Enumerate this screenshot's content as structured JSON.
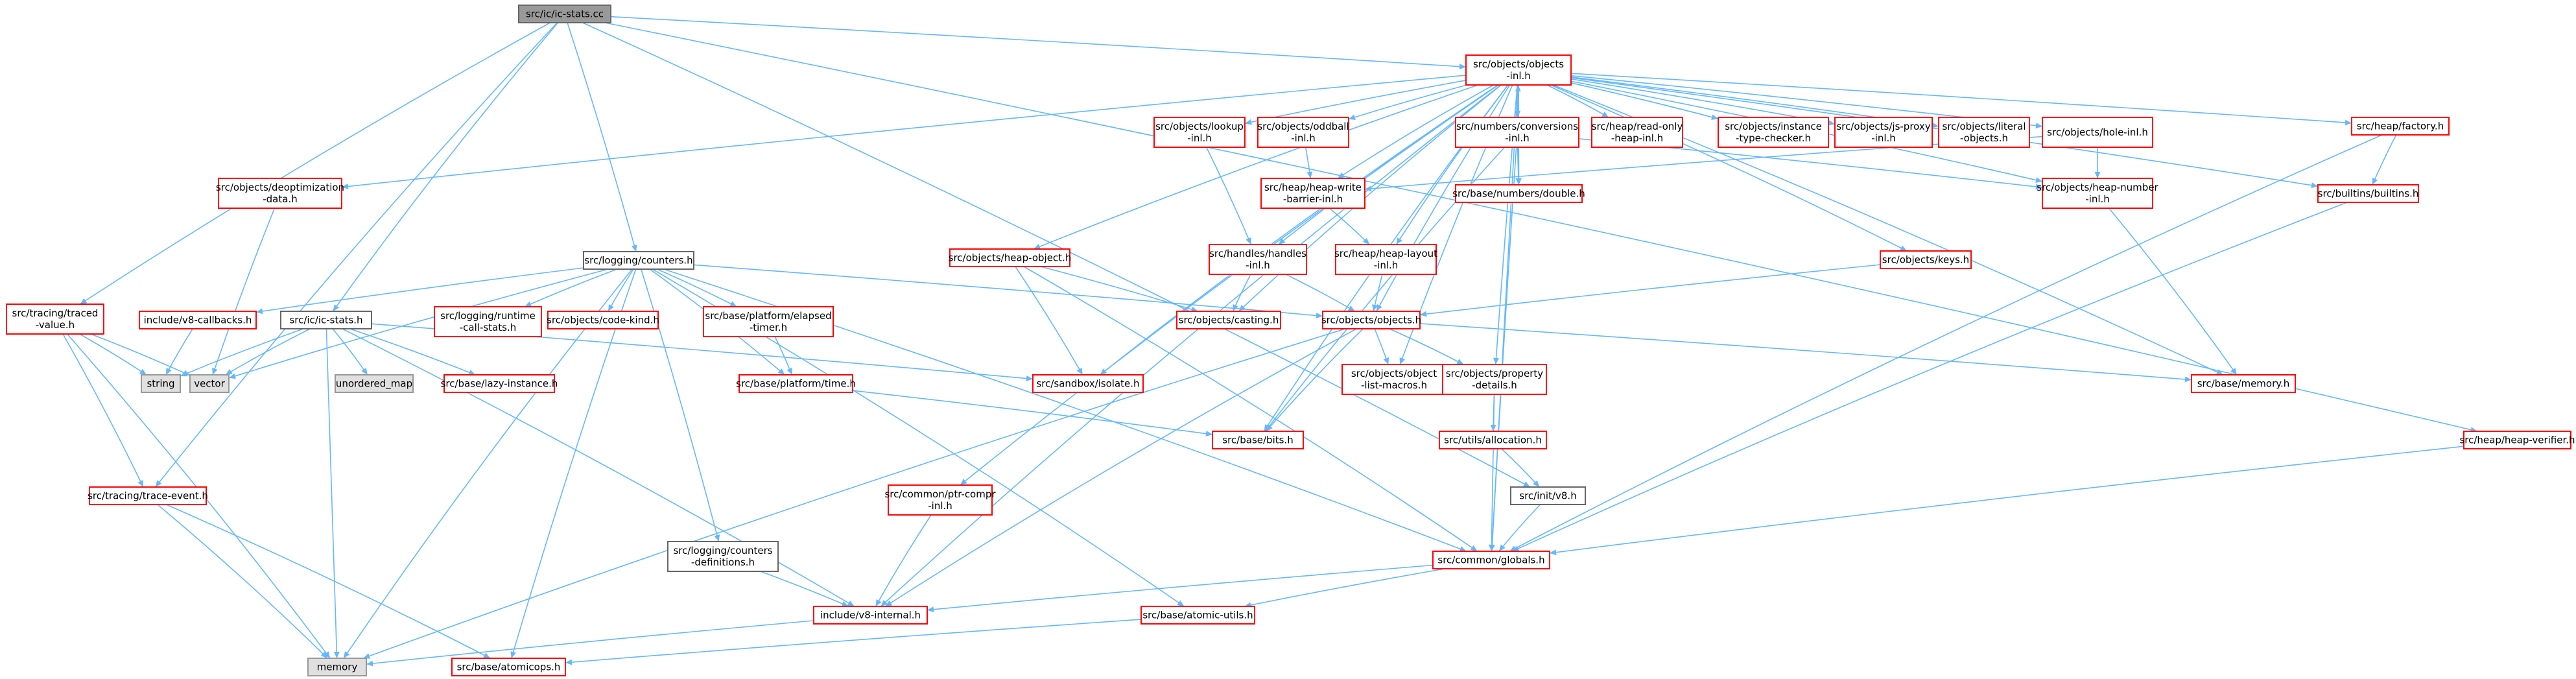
{
  "colors": {
    "root_fill": "#999999",
    "root_border": "#666666",
    "red_border": "#ff0000",
    "gray_border": "#999999",
    "gray_fill": "#e0e0e0",
    "node_fill": "#ffffff",
    "edge": "#63b8ff"
  },
  "nodes": {
    "ic_stats_cc": {
      "lines": [
        "src/ic/ic-stats.cc"
      ],
      "style": "root"
    },
    "objects_inl": {
      "lines": [
        "src/objects/objects",
        "-inl.h"
      ],
      "style": "red"
    },
    "tracing_traced_value": {
      "lines": [
        "src/tracing/traced",
        "-value.h"
      ],
      "style": "red"
    },
    "tracing_trace_event": {
      "lines": [
        "src/tracing/trace-event.h"
      ],
      "style": "red"
    },
    "ic_stats_h": {
      "lines": [
        "src/ic/ic-stats.h"
      ],
      "style": "black"
    },
    "logging_counters": {
      "lines": [
        "src/logging/counters.h"
      ],
      "style": "black"
    },
    "deoptimization_data": {
      "lines": [
        "src/objects/deoptimization",
        "-data.h"
      ],
      "style": "red"
    },
    "objects_lookup_inl": {
      "lines": [
        "src/objects/lookup",
        "-inl.h"
      ],
      "style": "red"
    },
    "oddball_inl": {
      "lines": [
        "src/objects/oddball",
        "-inl.h"
      ],
      "style": "red"
    },
    "numbers_conversions_inl": {
      "lines": [
        "src/numbers/conversions",
        "-inl.h"
      ],
      "style": "red"
    },
    "read_only_heap_inl": {
      "lines": [
        "src/heap/read-only",
        "-heap-inl.h"
      ],
      "style": "red"
    },
    "instance_type_checker": {
      "lines": [
        "src/objects/instance",
        "-type-checker.h"
      ],
      "style": "red"
    },
    "js_proxy_inl": {
      "lines": [
        "src/objects/js-proxy",
        "-inl.h"
      ],
      "style": "red"
    },
    "literal_objects": {
      "lines": [
        "src/objects/literal",
        "-objects.h"
      ],
      "style": "red"
    },
    "hole_inl": {
      "lines": [
        "src/objects/hole-inl.h"
      ],
      "style": "red"
    },
    "heap_factory": {
      "lines": [
        "src/heap/factory.h"
      ],
      "style": "red"
    },
    "heap_write_barrier_inl": {
      "lines": [
        "src/heap/heap-write",
        "-barrier-inl.h"
      ],
      "style": "red"
    },
    "base_numbers_double": {
      "lines": [
        "src/base/numbers/double.h"
      ],
      "style": "red"
    },
    "heap_number_inl": {
      "lines": [
        "src/objects/heap-number",
        "-inl.h"
      ],
      "style": "red"
    },
    "builtins_builtins": {
      "lines": [
        "src/builtins/builtins.h"
      ],
      "style": "red"
    },
    "heap_object": {
      "lines": [
        "src/objects/heap-object.h"
      ],
      "style": "red"
    },
    "handles_inl": {
      "lines": [
        "src/handles/handles",
        "-inl.h"
      ],
      "style": "red"
    },
    "heap_layout_inl": {
      "lines": [
        "src/heap/heap-layout",
        "-inl.h"
      ],
      "style": "red"
    },
    "objects_keys": {
      "lines": [
        "src/objects/keys.h"
      ],
      "style": "red"
    },
    "v8_callbacks": {
      "lines": [
        "include/v8-callbacks.h"
      ],
      "style": "red"
    },
    "logging_runtime_call_stats": {
      "lines": [
        "src/logging/runtime",
        "-call-stats.h"
      ],
      "style": "red"
    },
    "objects_code_kind": {
      "lines": [
        "src/objects/code-kind.h"
      ],
      "style": "red"
    },
    "base_platform_elapsed_timer": {
      "lines": [
        "src/base/platform/elapsed",
        "-timer.h"
      ],
      "style": "red"
    },
    "objects_casting": {
      "lines": [
        "src/objects/casting.h"
      ],
      "style": "red"
    },
    "objects_objects_h": {
      "lines": [
        "src/objects/objects.h"
      ],
      "style": "red"
    },
    "string": {
      "lines": [
        "string"
      ],
      "style": "gray"
    },
    "vector": {
      "lines": [
        "vector"
      ],
      "style": "gray"
    },
    "unordered_map": {
      "lines": [
        "unordered_map"
      ],
      "style": "gray"
    },
    "base_lazy_instance": {
      "lines": [
        "src/base/lazy-instance.h"
      ],
      "style": "red"
    },
    "base_platform_time": {
      "lines": [
        "src/base/platform/time.h"
      ],
      "style": "red"
    },
    "sandbox_isolate": {
      "lines": [
        "src/sandbox/isolate.h"
      ],
      "style": "red"
    },
    "object_list_macros": {
      "lines": [
        "src/objects/object",
        "-list-macros.h"
      ],
      "style": "red"
    },
    "property_details": {
      "lines": [
        "src/objects/property",
        "-details.h"
      ],
      "style": "red"
    },
    "base_memory": {
      "lines": [
        "src/base/memory.h"
      ],
      "style": "red"
    },
    "base_bits": {
      "lines": [
        "src/base/bits.h"
      ],
      "style": "red"
    },
    "utils_allocation": {
      "lines": [
        "src/utils/allocation.h"
      ],
      "style": "red"
    },
    "heap_verifier": {
      "lines": [
        "src/heap/heap-verifier.h"
      ],
      "style": "red"
    },
    "common_ptr_compr_inl": {
      "lines": [
        "src/common/ptr-compr",
        "-inl.h"
      ],
      "style": "red"
    },
    "init_v8": {
      "lines": [
        "src/init/v8.h"
      ],
      "style": "black"
    },
    "counters_definitions": {
      "lines": [
        "src/logging/counters",
        "-definitions.h"
      ],
      "style": "black"
    },
    "common_globals": {
      "lines": [
        "src/common/globals.h"
      ],
      "style": "red"
    },
    "v8_internal": {
      "lines": [
        "include/v8-internal.h"
      ],
      "style": "red"
    },
    "base_atomic_utils": {
      "lines": [
        "src/base/atomic-utils.h"
      ],
      "style": "red"
    },
    "memory": {
      "lines": [
        "memory"
      ],
      "style": "gray"
    },
    "base_atomicops": {
      "lines": [
        "src/base/atomicops.h"
      ],
      "style": "red"
    }
  },
  "edges": [
    [
      "ic_stats_cc",
      "objects_inl"
    ],
    [
      "ic_stats_cc",
      "tracing_traced_value"
    ],
    [
      "ic_stats_cc",
      "tracing_trace_event"
    ],
    [
      "ic_stats_cc",
      "ic_stats_h"
    ],
    [
      "ic_stats_cc",
      "logging_counters"
    ],
    [
      "ic_stats_cc",
      "init_v8"
    ],
    [
      "ic_stats_cc",
      "heap_verifier"
    ],
    [
      "objects_inl",
      "deoptimization_data"
    ],
    [
      "objects_inl",
      "objects_lookup_inl"
    ],
    [
      "objects_inl",
      "oddball_inl"
    ],
    [
      "objects_inl",
      "numbers_conversions_inl"
    ],
    [
      "objects_inl",
      "read_only_heap_inl"
    ],
    [
      "objects_inl",
      "instance_type_checker"
    ],
    [
      "objects_inl",
      "js_proxy_inl"
    ],
    [
      "objects_inl",
      "literal_objects"
    ],
    [
      "objects_inl",
      "hole_inl"
    ],
    [
      "objects_inl",
      "heap_factory"
    ],
    [
      "objects_inl",
      "heap_write_barrier_inl"
    ],
    [
      "objects_inl",
      "base_numbers_double"
    ],
    [
      "objects_inl",
      "heap_number_inl"
    ],
    [
      "objects_inl",
      "builtins_builtins"
    ],
    [
      "objects_inl",
      "heap_object"
    ],
    [
      "objects_inl",
      "handles_inl"
    ],
    [
      "objects_inl",
      "heap_layout_inl"
    ],
    [
      "objects_inl",
      "objects_keys"
    ],
    [
      "objects_inl",
      "objects_casting"
    ],
    [
      "objects_inl",
      "objects_objects_h"
    ],
    [
      "objects_inl",
      "sandbox_isolate"
    ],
    [
      "objects_inl",
      "property_details"
    ],
    [
      "objects_inl",
      "base_memory"
    ],
    [
      "objects_inl",
      "base_bits"
    ],
    [
      "objects_inl",
      "common_ptr_compr_inl"
    ],
    [
      "objects_inl",
      "common_globals"
    ],
    [
      "objects_inl",
      "v8_internal"
    ],
    [
      "objects_inl",
      "object_list_macros"
    ],
    [
      "numbers_conversions_inl",
      "objects_inl"
    ],
    [
      "numbers_conversions_inl",
      "base_numbers_double"
    ],
    [
      "numbers_conversions_inl",
      "heap_number_inl"
    ],
    [
      "numbers_conversions_inl",
      "base_bits"
    ],
    [
      "numbers_conversions_inl",
      "common_globals"
    ],
    [
      "objects_lookup_inl",
      "handles_inl"
    ],
    [
      "oddball_inl",
      "heap_write_barrier_inl"
    ],
    [
      "hole_inl",
      "heap_write_barrier_inl"
    ],
    [
      "hole_inl",
      "heap_number_inl"
    ],
    [
      "heap_factory",
      "builtins_builtins"
    ],
    [
      "heap_factory",
      "common_globals"
    ],
    [
      "heap_write_barrier_inl",
      "heap_layout_inl"
    ],
    [
      "heap_number_inl",
      "base_memory"
    ],
    [
      "builtins_builtins",
      "common_globals"
    ],
    [
      "heap_object",
      "objects_casting"
    ],
    [
      "heap_object",
      "sandbox_isolate"
    ],
    [
      "heap_object",
      "common_globals"
    ],
    [
      "handles_inl",
      "objects_casting"
    ],
    [
      "handles_inl",
      "objects_objects_h"
    ],
    [
      "heap_layout_inl",
      "objects_objects_h"
    ],
    [
      "objects_keys",
      "objects_objects_h"
    ],
    [
      "tracing_traced_value",
      "string"
    ],
    [
      "tracing_traced_value",
      "vector"
    ],
    [
      "tracing_traced_value",
      "memory"
    ],
    [
      "tracing_traced_value",
      "tracing_trace_event"
    ],
    [
      "tracing_trace_event",
      "memory"
    ],
    [
      "tracing_trace_event",
      "base_atomicops"
    ],
    [
      "ic_stats_h",
      "string"
    ],
    [
      "ic_stats_h",
      "vector"
    ],
    [
      "ic_stats_h",
      "unordered_map"
    ],
    [
      "ic_stats_h",
      "base_lazy_instance"
    ],
    [
      "ic_stats_h",
      "sandbox_isolate"
    ],
    [
      "ic_stats_h",
      "memory"
    ],
    [
      "ic_stats_h",
      "v8_internal"
    ],
    [
      "logging_counters",
      "v8_callbacks"
    ],
    [
      "logging_counters",
      "logging_runtime_call_stats"
    ],
    [
      "logging_counters",
      "objects_code_kind"
    ],
    [
      "logging_counters",
      "base_platform_elapsed_timer"
    ],
    [
      "logging_counters",
      "objects_objects_h"
    ],
    [
      "logging_counters",
      "base_platform_time"
    ],
    [
      "logging_counters",
      "memory"
    ],
    [
      "logging_counters",
      "counters_definitions"
    ],
    [
      "logging_counters",
      "common_globals"
    ],
    [
      "logging_counters",
      "base_atomic_utils"
    ],
    [
      "logging_counters",
      "base_atomicops"
    ],
    [
      "logging_counters",
      "vector"
    ],
    [
      "v8_callbacks",
      "string"
    ],
    [
      "base_platform_elapsed_timer",
      "base_platform_time"
    ],
    [
      "base_platform_time",
      "base_bits"
    ],
    [
      "deoptimization_data",
      "vector"
    ],
    [
      "objects_objects_h",
      "object_list_macros"
    ],
    [
      "objects_objects_h",
      "property_details"
    ],
    [
      "objects_objects_h",
      "base_memory"
    ],
    [
      "objects_objects_h",
      "base_bits"
    ],
    [
      "objects_objects_h",
      "v8_internal"
    ],
    [
      "objects_objects_h",
      "memory"
    ],
    [
      "property_details",
      "utils_allocation"
    ],
    [
      "property_details",
      "common_globals"
    ],
    [
      "utils_allocation",
      "init_v8"
    ],
    [
      "init_v8",
      "common_globals"
    ],
    [
      "heap_verifier",
      "common_globals"
    ],
    [
      "common_ptr_compr_inl",
      "v8_internal"
    ],
    [
      "counters_definitions",
      "v8_internal"
    ],
    [
      "common_globals",
      "v8_internal"
    ],
    [
      "common_globals",
      "base_atomic_utils"
    ],
    [
      "v8_internal",
      "memory"
    ],
    [
      "base_atomic_utils",
      "base_atomicops"
    ]
  ]
}
